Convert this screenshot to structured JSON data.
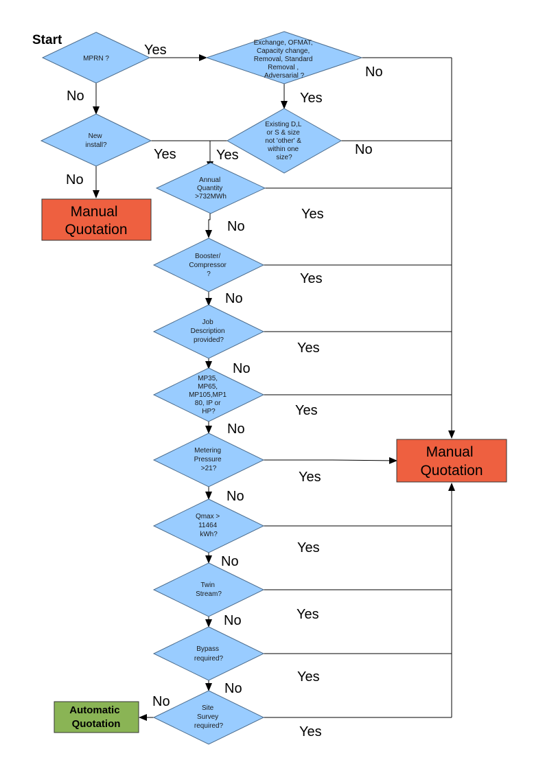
{
  "start_label": "Start",
  "decisions": {
    "mprn": [
      "MPRN ?"
    ],
    "exchange": [
      "Exchange, OFMAT,",
      "Capacity change,",
      "Removal, Standard",
      "Removal ,",
      "Adversarial ?"
    ],
    "new_install": [
      "New",
      "install?"
    ],
    "existing": [
      "Existing D,L",
      "or S & size",
      "not 'other' &",
      "within one",
      "size?"
    ],
    "annual": [
      "Annual",
      "Quantity",
      ">732MWh"
    ],
    "booster": [
      "Booster/",
      "Compressor",
      "?"
    ],
    "job": [
      "Job",
      "Description",
      "provided?"
    ],
    "mp": [
      "MP35,",
      "MP65,",
      "MP105,MP1",
      "80, IP or",
      "HP?"
    ],
    "metering": [
      "Metering",
      "Pressure",
      ">21?"
    ],
    "qmax": [
      "Qmax >",
      "11464",
      "kWh?"
    ],
    "twin": [
      "Twin",
      "Stream?"
    ],
    "bypass": [
      "Bypass",
      "required?"
    ],
    "site": [
      "Site",
      "Survey",
      "required?"
    ]
  },
  "outcomes": {
    "manual_left": [
      "Manual",
      "Quotation"
    ],
    "manual_right": [
      "Manual",
      "Quotation"
    ],
    "automatic": [
      "Automatic",
      "Quotation"
    ]
  },
  "labels": {
    "mprn_yes": "Yes",
    "mprn_no": "No",
    "exchange_no": "No",
    "exchange_yes": "Yes",
    "new_install_yes": "Yes",
    "new_install_no": "No",
    "existing_yes": "Yes",
    "existing_no": "No",
    "annual_yes": "Yes",
    "annual_no": "No",
    "booster_yes": "Yes",
    "booster_no": "No",
    "job_yes": "Yes",
    "job_no": "No",
    "mp_yes": "Yes",
    "mp_no": "No",
    "metering_yes": "Yes",
    "metering_no": "No",
    "qmax_yes": "Yes",
    "qmax_no": "No",
    "twin_yes": "Yes",
    "twin_no": "No",
    "bypass_yes": "Yes",
    "bypass_no": "No",
    "site_no": "No",
    "site_yes": "Yes"
  }
}
